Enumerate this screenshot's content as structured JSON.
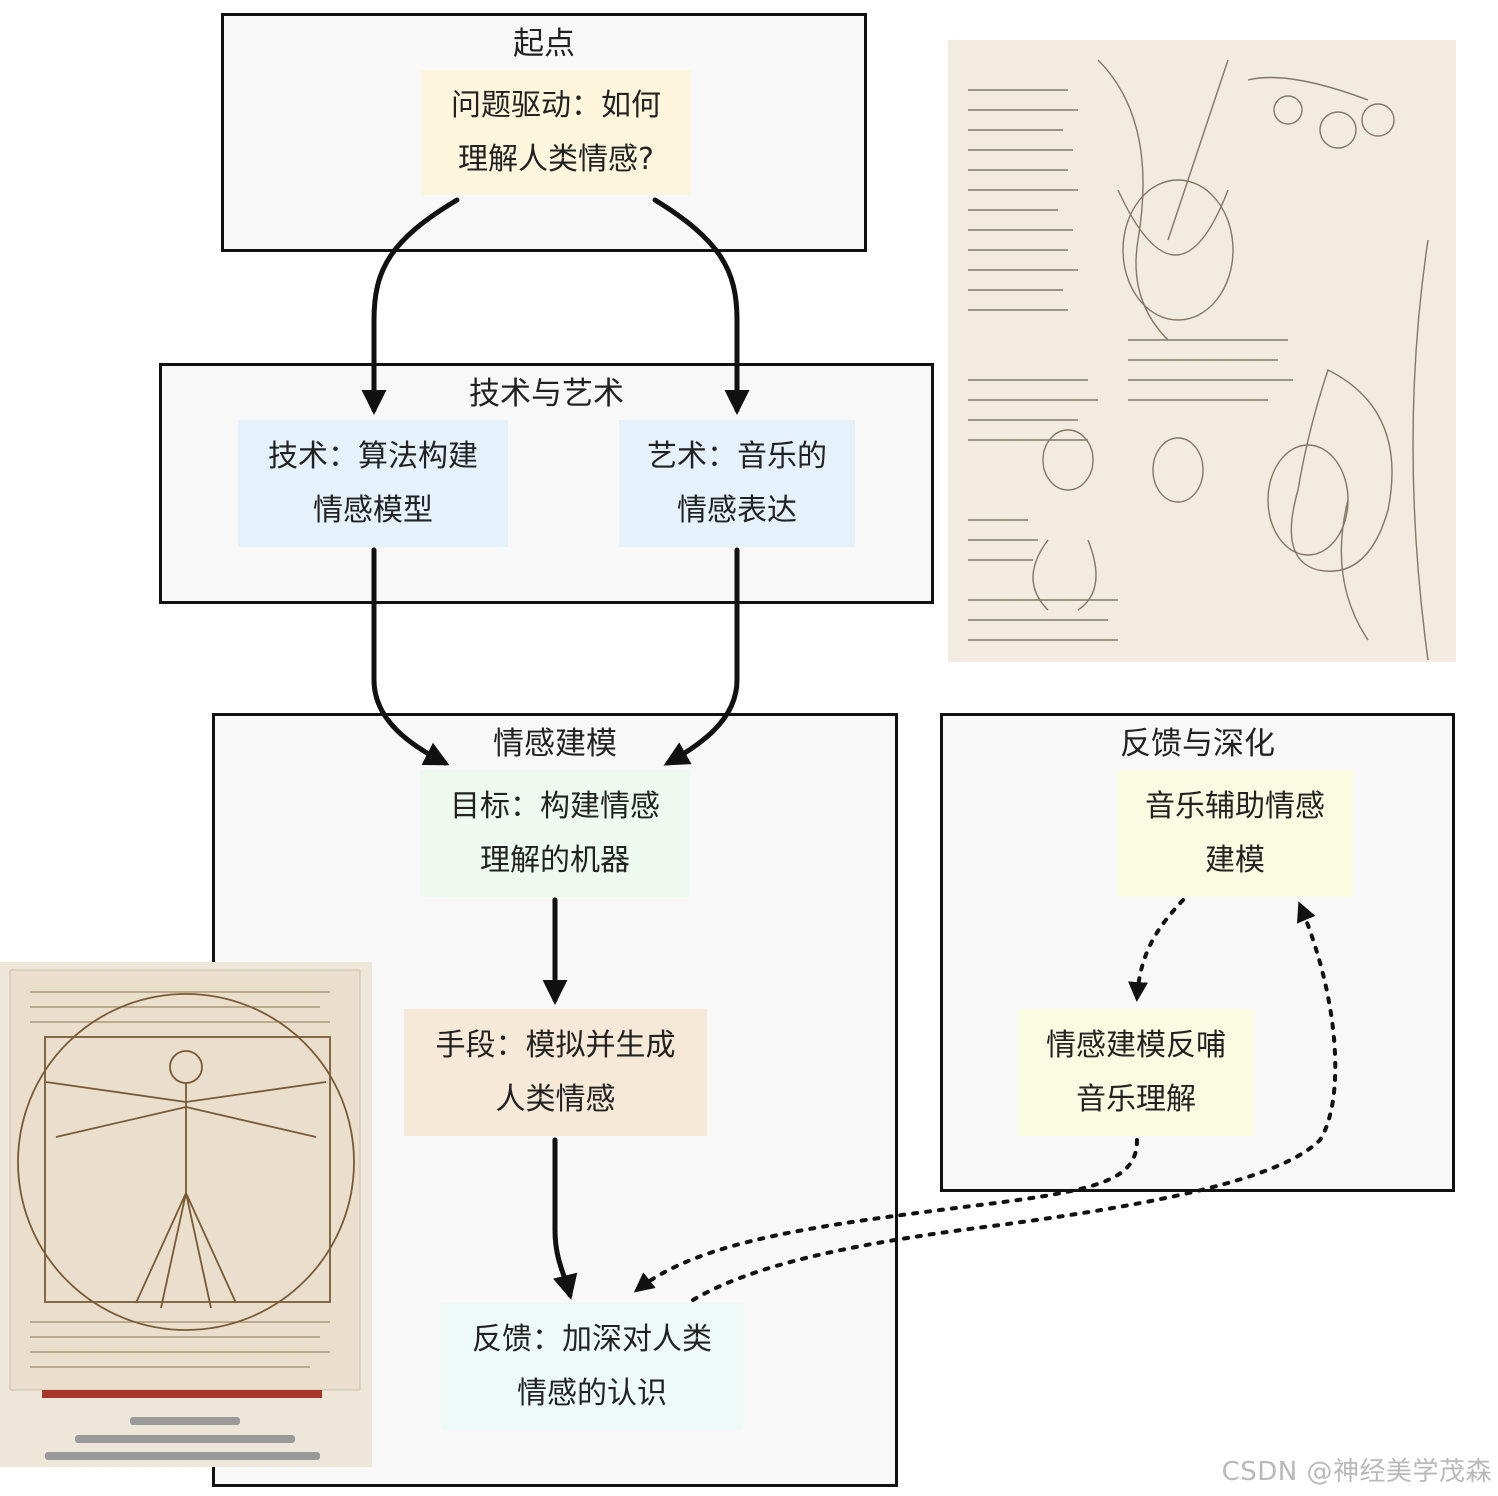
{
  "clusters": {
    "start": {
      "title": "起点"
    },
    "tech_art": {
      "title": "技术与艺术"
    },
    "modeling": {
      "title": "情感建模"
    },
    "feedback": {
      "title": "反馈与深化"
    }
  },
  "nodes": {
    "question": {
      "label": "问题驱动：如何\n理解人类情感?",
      "color": "#fdf6dc"
    },
    "tech": {
      "label": "技术：算法构建\n情感模型",
      "color": "#e6f2fb"
    },
    "art": {
      "label": "艺术：音乐的\n情感表达",
      "color": "#e6f2fb"
    },
    "goal": {
      "label": "目标：构建情感\n理解的机器",
      "color": "#eefaef"
    },
    "means": {
      "label": "手段：模拟并生成\n人类情感",
      "color": "#f6e9d8"
    },
    "feedback_result": {
      "label": "反馈：加深对人类\n情感的认识",
      "color": "#eefaf7"
    },
    "music_aid": {
      "label": "音乐辅助情感\n建模",
      "color": "#fbfbe2"
    },
    "model_feed": {
      "label": "情感建模反哺\n音乐理解",
      "color": "#fbfbe2"
    }
  },
  "watermark": "CSDN @神经美学茂森"
}
